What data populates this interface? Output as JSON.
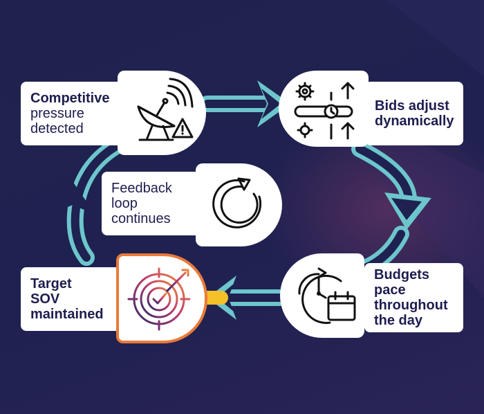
{
  "colors": {
    "background": "#21234f",
    "card": "#ffffff",
    "text": "#1d1d4f",
    "arrow_teal": "#6cc6cc",
    "arrow_navy": "#1f2150",
    "highlight_start": "#f6c028",
    "highlight_end": "#d2355a"
  },
  "steps": {
    "competitive": {
      "line1": "Competitive",
      "line2": "pressure",
      "line3": "detected",
      "icon": "radar-dish-icon"
    },
    "bids": {
      "line1": "Bids adjust",
      "line2": "dynamically",
      "icon": "bid-sliders-icon"
    },
    "budgets": {
      "line1": "Budgets",
      "line2": "pace",
      "line3": "throughout",
      "line4": "the day",
      "icon": "clock-calendar-icon"
    },
    "target": {
      "line1": "Target",
      "line2": "SOV",
      "line3": "maintained",
      "icon": "target-check-icon"
    },
    "feedback": {
      "line1": "Feedback",
      "line2": "loop",
      "line3": "continues",
      "icon": "refresh-loop-icon"
    }
  }
}
